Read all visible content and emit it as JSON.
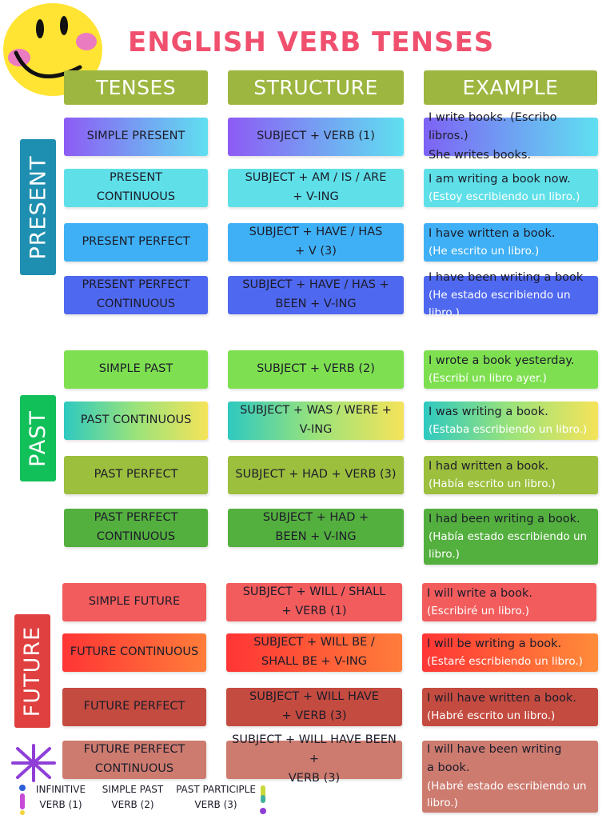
{
  "title": "ENGLISH  VERB TENSES",
  "headers": {
    "tenses": "TENSES",
    "structure": "STRUCTURE",
    "example": "EXAMPLE"
  },
  "groups": {
    "present": "PRESENT",
    "past": "PAST",
    "future": "FUTURE"
  },
  "rows": [
    {
      "tense": [
        "SIMPLE PRESENT"
      ],
      "structure": [
        "SUBJECT + VERB (1)"
      ],
      "example": [
        "I write books. (Escribo libros.)",
        "She writes books."
      ]
    },
    {
      "tense": [
        "PRESENT CONTINUOUS"
      ],
      "structure": [
        "SUBJECT + AM / IS / ARE",
        "+ V-ING"
      ],
      "example": [
        "I am writing a book now."
      ],
      "translation": "(Estoy escribiendo un libro.)"
    },
    {
      "tense": [
        "PRESENT PERFECT"
      ],
      "structure": [
        "SUBJECT + HAVE / HAS",
        "+ V (3)"
      ],
      "example": [
        "I have written a book."
      ],
      "translation": "(He escrito un libro.)"
    },
    {
      "tense": [
        "PRESENT PERFECT",
        "CONTINUOUS"
      ],
      "structure": [
        "SUBJECT + HAVE / HAS +",
        "BEEN + V-ING"
      ],
      "example": [
        "I have been writing a book"
      ],
      "translation": "(He estado escribiendo un libro.)"
    },
    {
      "tense": [
        "SIMPLE PAST"
      ],
      "structure": [
        "SUBJECT + VERB (2)"
      ],
      "example": [
        "I wrote a book yesterday."
      ],
      "translation": "(Escribí un libro ayer.)"
    },
    {
      "tense": [
        "PAST CONTINUOUS"
      ],
      "structure": [
        "SUBJECT + WAS / WERE +",
        "V-ING"
      ],
      "example": [
        "I was writing a book."
      ],
      "translation": "(Estaba escribiendo un libro.)"
    },
    {
      "tense": [
        "PAST PERFECT"
      ],
      "structure": [
        "SUBJECT + HAD + VERB (3)"
      ],
      "example": [
        "I had written a book."
      ],
      "translation": "(Había escrito un libro.)"
    },
    {
      "tense": [
        "PAST PERFECT",
        "CONTINUOUS"
      ],
      "structure": [
        "SUBJECT + HAD +",
        "BEEN + V-ING"
      ],
      "example": [
        "I had been writing a book."
      ],
      "translation": "(Había estado escribiendo un libro.)"
    },
    {
      "tense": [
        "SIMPLE FUTURE"
      ],
      "structure": [
        "SUBJECT + WILL / SHALL",
        "+ VERB (1)"
      ],
      "example": [
        "I will write a book."
      ],
      "translation": "(Escribiré un libro.)"
    },
    {
      "tense": [
        "FUTURE CONTINUOUS"
      ],
      "structure": [
        "SUBJECT + WILL BE /",
        "SHALL BE + V-ING"
      ],
      "example": [
        "I will be writing a book."
      ],
      "translation": "(Estaré escribiendo un libro.)"
    },
    {
      "tense": [
        "FUTURE PERFECT"
      ],
      "structure": [
        "SUBJECT + WILL HAVE",
        "+ VERB (3)"
      ],
      "example": [
        "I will have written a book."
      ],
      "translation": "(Habré escrito un libro.)"
    },
    {
      "tense": [
        "FUTURE PERFECT",
        "CONTINUOUS"
      ],
      "structure": [
        "SUBJECT + WILL HAVE BEEN +",
        "VERB (3)"
      ],
      "example": [
        "I will have been writing",
        "a book."
      ],
      "translation": "(Habré estado escribiendo un libro.)"
    }
  ],
  "legend": [
    {
      "line1": "INFINITIVE",
      "line2": "VERB (1)"
    },
    {
      "line1": "SIMPLE PAST",
      "line2": "VERB (2)"
    },
    {
      "line1": "PAST PARTICIPLE",
      "line2": "VERB (3)"
    }
  ],
  "colors": {
    "title": "#f0506e",
    "header": "#9db640",
    "present_side": "#1e8fb0",
    "past_side": "#12c05a",
    "future_side": "#e04040"
  }
}
